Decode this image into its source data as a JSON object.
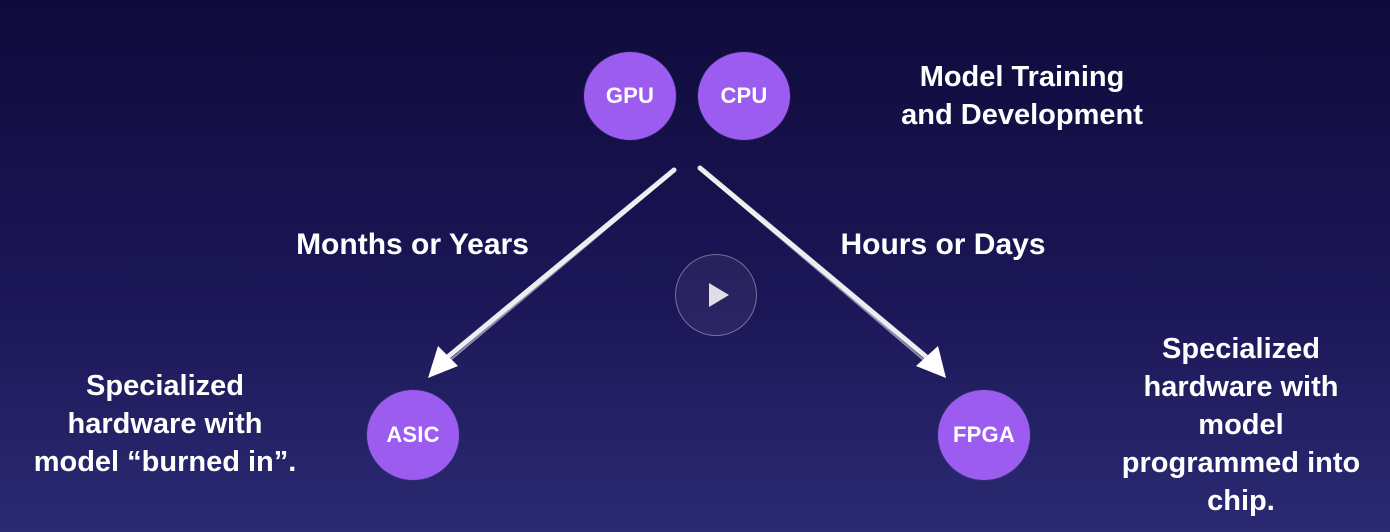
{
  "nodes": {
    "gpu": "GPU",
    "cpu": "CPU",
    "asic": "ASIC",
    "fpga": "FPGA"
  },
  "headings": {
    "training_line1": "Model Training",
    "training_line2": "and Development",
    "months": "Months or Years",
    "hours": "Hours or Days"
  },
  "descriptions": {
    "left": [
      "Specialized",
      "hardware with",
      "model “burned in”."
    ],
    "right": [
      "Specialized",
      "hardware with",
      "model",
      "programmed into",
      "chip."
    ]
  },
  "icons": {
    "play": "play-icon"
  },
  "colors": {
    "node_fill": "#9d5cf0",
    "background_top": "#0f0b3b",
    "background_bottom": "#2b2a72",
    "text": "#ffffff"
  }
}
